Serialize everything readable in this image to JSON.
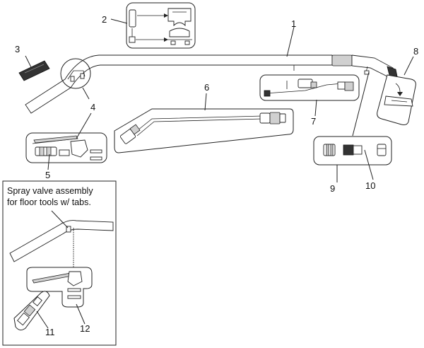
{
  "callouts": [
    "1",
    "2",
    "3",
    "4",
    "5",
    "6",
    "7",
    "8",
    "9",
    "10",
    "11",
    "12"
  ],
  "inset_caption": [
    "Spray valve assembly",
    "for floor tools w/ tabs."
  ],
  "colors": {
    "line": "#222222",
    "part_fill": "#ffffff",
    "shade": "#d0d0d0",
    "dark": "#333333"
  }
}
